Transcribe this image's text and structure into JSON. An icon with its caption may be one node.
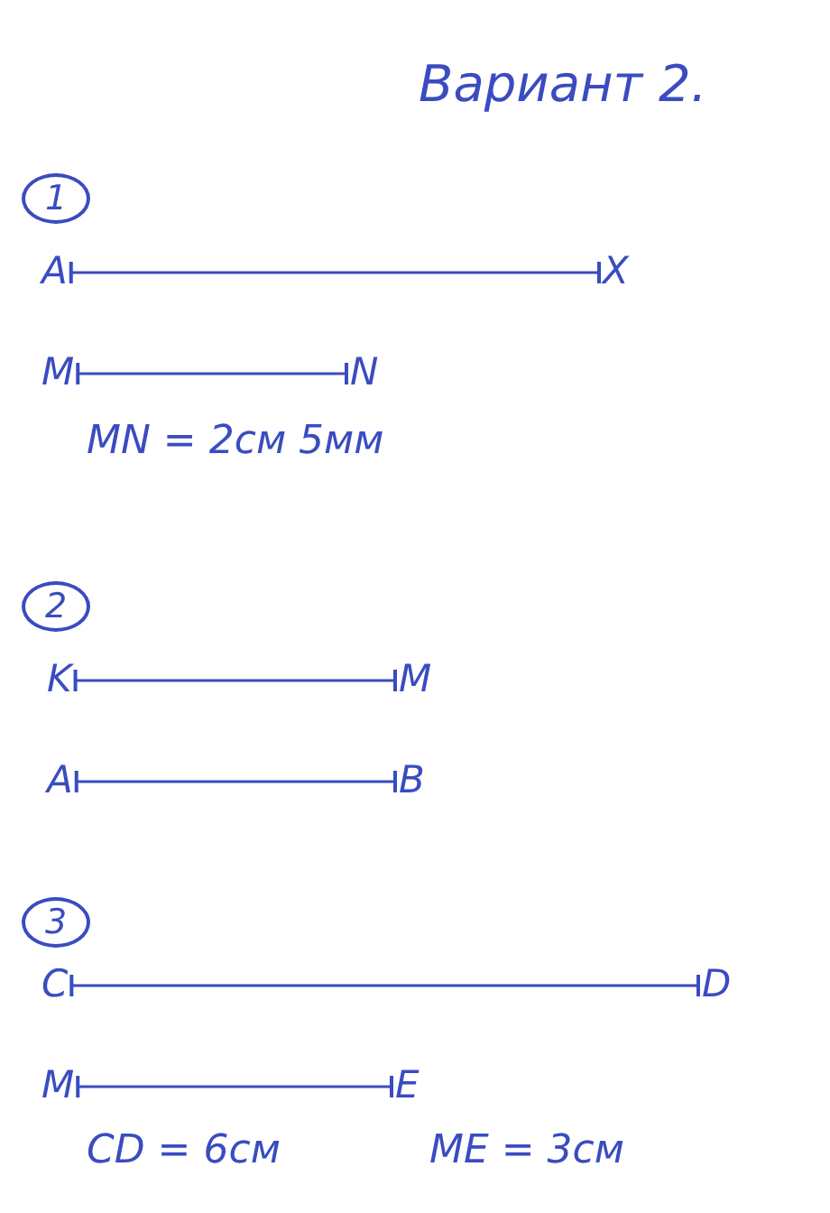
{
  "diagram": {
    "title": "Вариант 2.",
    "nodes": [
      {
        "text": [
          "1"
        ]
      },
      {
        "text": [
          "A"
        ]
      },
      {
        "text": [
          "X"
        ]
      },
      {
        "text": [
          "M"
        ]
      },
      {
        "text": [
          "N"
        ]
      },
      {
        "text": [
          "2"
        ]
      },
      {
        "text": [
          "K"
        ]
      },
      {
        "text": [
          "M"
        ]
      },
      {
        "text": [
          "A"
        ]
      },
      {
        "text": [
          "B"
        ]
      },
      {
        "text": [
          "3"
        ]
      },
      {
        "text": [
          "C"
        ]
      },
      {
        "text": [
          "D"
        ]
      },
      {
        "text": [
          "M"
        ]
      },
      {
        "text": [
          "E"
        ]
      }
    ],
    "edges": [
      {
        "from": 1,
        "to": 2,
        "arrow": "other"
      },
      {
        "from": 3,
        "to": 4,
        "arrow": "other"
      },
      {
        "from": 6,
        "to": 7,
        "arrow": "other"
      },
      {
        "from": 8,
        "to": 9,
        "arrow": "other"
      },
      {
        "from": 11,
        "to": 12,
        "arrow": "other"
      },
      {
        "from": 13,
        "to": 14,
        "arrow": "other"
      }
    ],
    "labels": [
      "MN = 2см 5мм",
      "CD = 6см",
      "ME = 3см"
    ]
  }
}
